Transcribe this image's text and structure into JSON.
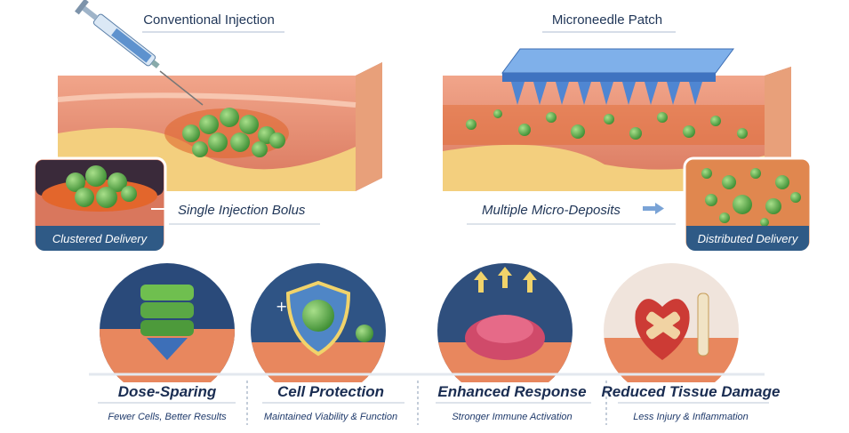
{
  "top": {
    "left_title": "Conventional Injection",
    "right_title": "Microneedle Patch",
    "left_callout": "Single Injection Bolus",
    "right_callout": "Multiple Micro-Deposits",
    "left_inset": "Clustered Delivery",
    "right_inset": "Distributed Delivery"
  },
  "benefits": [
    {
      "title": "Dose-Sparing",
      "subtitle": "Fewer Cells, Better Results",
      "icon": "stacked-cells-arrow-icon"
    },
    {
      "title": "Cell Protection",
      "subtitle": "Maintained Viability & Function",
      "icon": "shield-cell-icon"
    },
    {
      "title": "Enhanced Response",
      "subtitle": "Stronger Immune Activation",
      "icon": "immune-activation-icon"
    },
    {
      "title": "Reduced Tissue Damage",
      "subtitle": "Less Injury & Inflammation",
      "icon": "heart-bandage-icon"
    }
  ],
  "colors": {
    "navy": "#1f3557",
    "cell_green": "#5aa845",
    "skin": "#e9967a",
    "fat": "#f3cf7e",
    "patch_blue": "#5b8fd6"
  }
}
